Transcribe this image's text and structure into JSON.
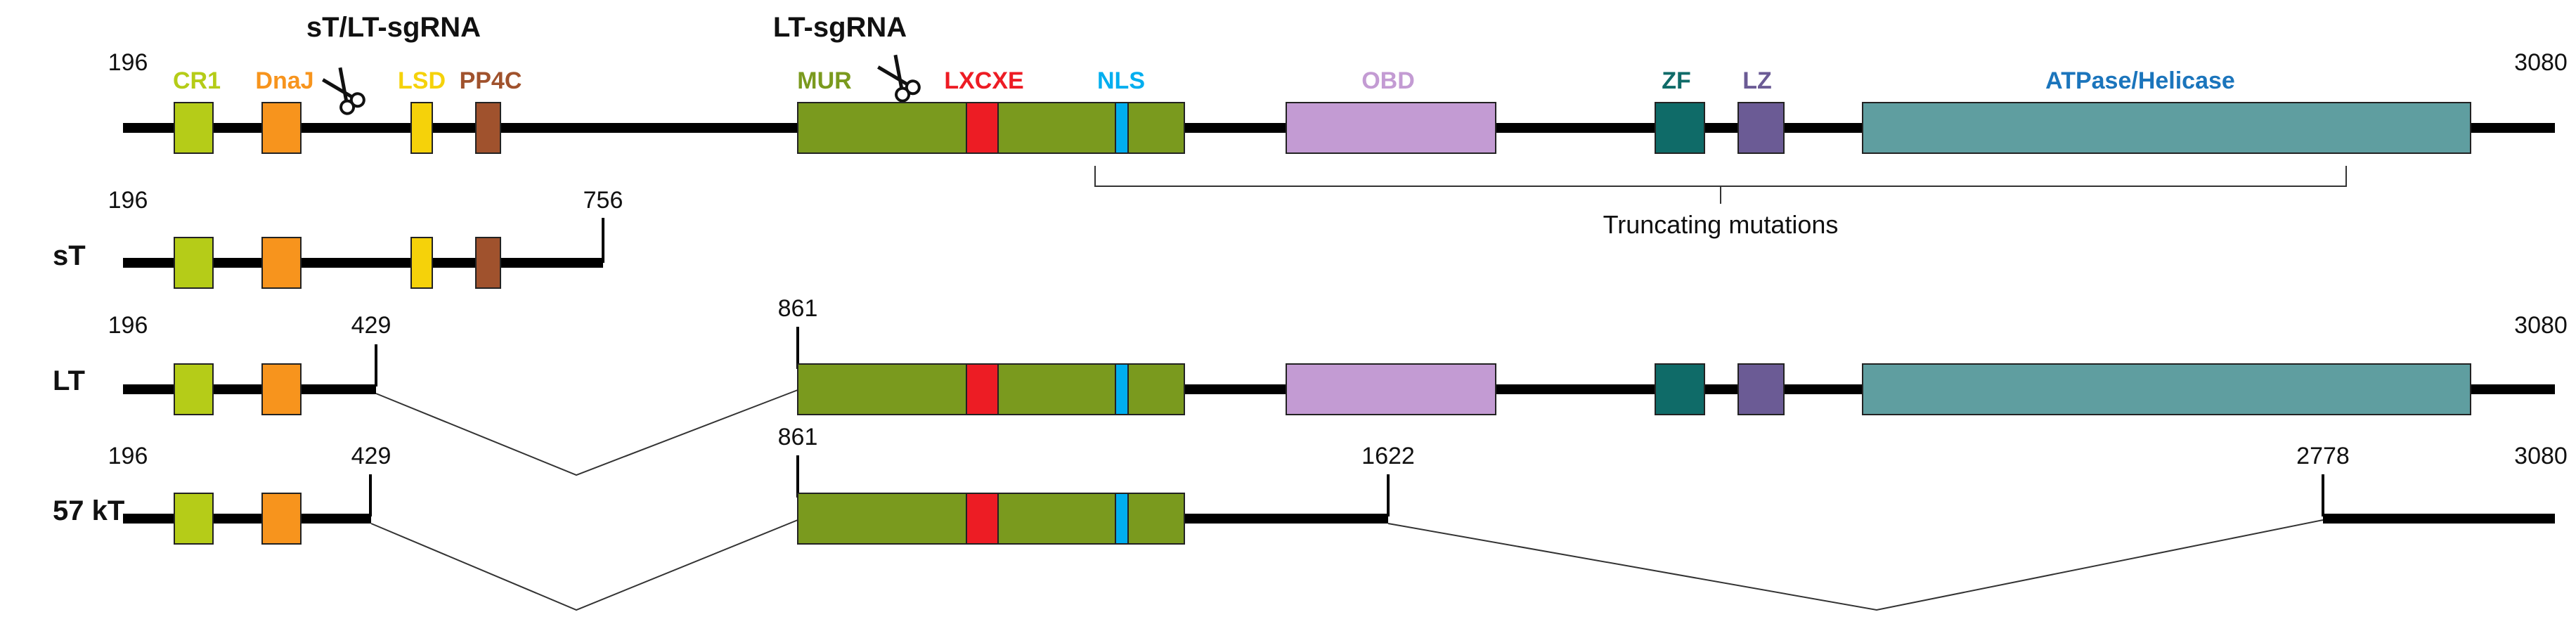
{
  "guides": {
    "st_lt_sgrna": "sT/LT-sgRNA",
    "lt_sgrna": "LT-sgRNA"
  },
  "truncating_label": "Truncating mutations",
  "domains": [
    {
      "key": "cr1",
      "label": "CR1",
      "color": "#b5cc18"
    },
    {
      "key": "dnaj",
      "label": "DnaJ",
      "color": "#f7941d"
    },
    {
      "key": "lsd",
      "label": "LSD",
      "color": "#f5d20a"
    },
    {
      "key": "pp4c",
      "label": "PP4C",
      "color": "#a0522d"
    },
    {
      "key": "mur",
      "label": "MUR",
      "color": "#7a9a1e"
    },
    {
      "key": "lxcxe",
      "label": "LXCXE",
      "color": "#ed1c24"
    },
    {
      "key": "nls",
      "label": "NLS",
      "color": "#00aeef"
    },
    {
      "key": "obd",
      "label": "OBD",
      "color": "#c39bd3"
    },
    {
      "key": "zf",
      "label": "ZF",
      "color": "#0f6b68"
    },
    {
      "key": "lz",
      "label": "LZ",
      "color": "#6b5b95"
    },
    {
      "key": "atpase",
      "label": "ATPase/Helicase",
      "color": "#5f9ea0"
    }
  ],
  "rows": {
    "full": {
      "label": "",
      "start": "196",
      "end": "3080"
    },
    "st": {
      "label": "sT",
      "start": "196",
      "end": "756"
    },
    "lt": {
      "label": "LT",
      "start": "196",
      "exon1_end": "429",
      "exon2_start": "861",
      "end": "3080"
    },
    "kt57": {
      "label": "57 kT",
      "start": "196",
      "exon1_end": "429",
      "exon2_start": "861",
      "exon2_end": "1622",
      "exon3_start": "2778",
      "end": "3080"
    }
  }
}
